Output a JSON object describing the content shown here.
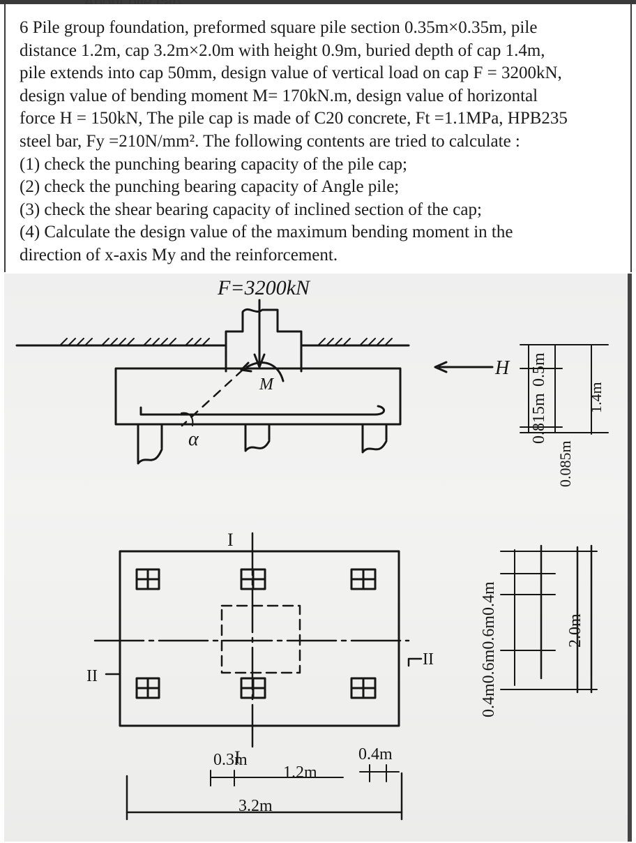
{
  "header": {
    "partial_title": "About pile cap"
  },
  "problem": {
    "lines": [
      "6 Pile group foundation, preformed square pile section 0.35m×0.35m, pile",
      "distance 1.2m, cap 3.2m×2.0m with height 0.9m, buried depth of cap 1.4m,",
      "pile extends into cap 50mm, design value of vertical load on cap F = 3200kN,",
      "design value of bending moment M= 170kN.m, design value of horizontal",
      "force H = 150kN, The pile cap is made of C20 concrete, Ft =1.1MPa, HPB235",
      "steel bar, Fy =210N/mm². The following contents are tried to calculate :",
      "(1) check the punching bearing capacity of the pile cap;",
      "(2) check the punching bearing capacity of Angle pile;",
      "(3) check the shear bearing capacity of inclined section of the cap;",
      "(4) Calculate the design value of the maximum bending moment in the",
      "direction of x-axis My and the reinforcement."
    ]
  },
  "figure": {
    "load_label": "F=3200kN",
    "moment_label": "M",
    "horizontal_label": "H",
    "angle_label": "α",
    "elev_dim_labels": [
      "0.815m",
      "0.5m",
      "0.085m",
      "1.4m"
    ],
    "section_I_label": "I",
    "section_II_label": "II",
    "plan_dim_bottom": [
      "0.3m",
      "1.2m",
      "0.4m",
      "3.2m"
    ],
    "plan_dim_right_chain": "0.4m0.6m0.6m0.4m",
    "plan_dim_right_total": "2.0m"
  }
}
